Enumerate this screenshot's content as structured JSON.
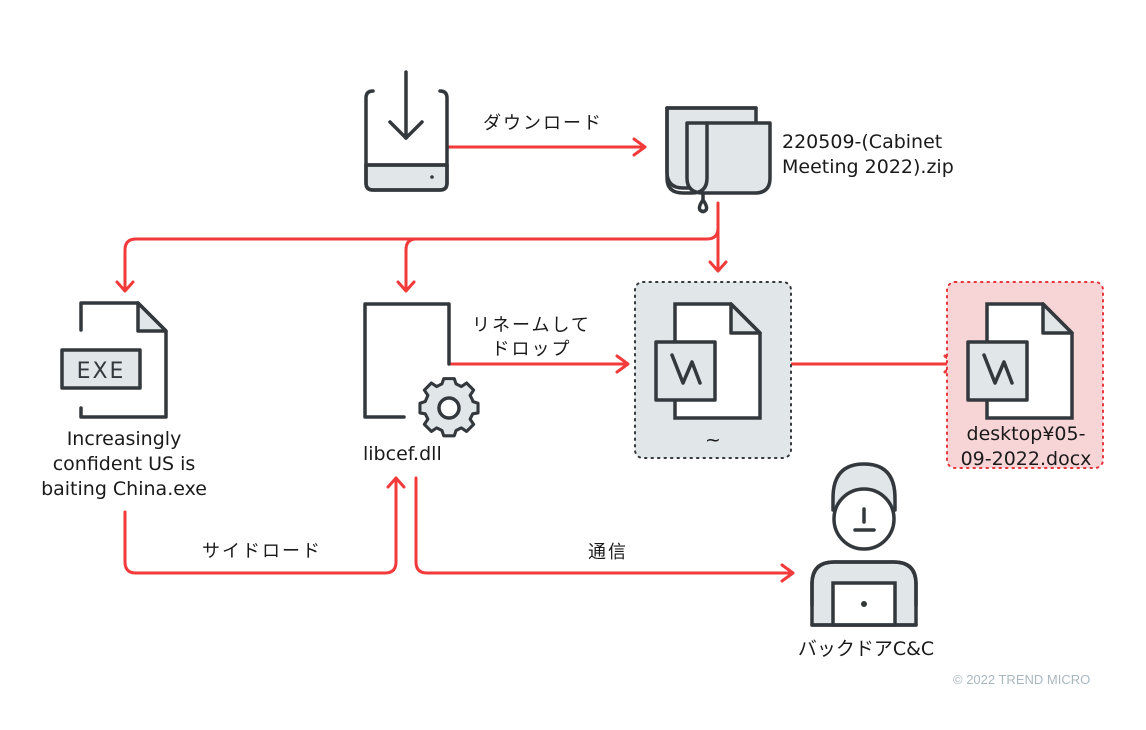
{
  "colors": {
    "arrow": "#f23a3a",
    "icon_stroke": "#33383d",
    "icon_fill": "#e1e6e9",
    "dropbox_bg": "#e1e6e9",
    "dropbox_border": "#33383d",
    "output_bg": "#f7d4d6",
    "output_border": "#e8333b",
    "copyright": "#a9b8bf"
  },
  "nodes": {
    "download": {
      "icon": "download-icon"
    },
    "zip": {
      "icon": "zip-archive-icon",
      "label_lines": [
        "220509-(Cabinet",
        "Meeting 2022).zip"
      ]
    },
    "exe": {
      "icon": "exe-file-icon",
      "badge": "EXE",
      "label_lines": [
        "Increasingly",
        "confident US is",
        "baiting China.exe"
      ]
    },
    "dll": {
      "icon": "dll-gear-icon",
      "label": "libcef.dll"
    },
    "temp_doc": {
      "icon": "word-document-icon",
      "label": "~"
    },
    "output_doc": {
      "icon": "word-document-icon",
      "label_lines": [
        "desktop¥05-",
        "09-2022.docx"
      ]
    },
    "cnc": {
      "icon": "hacker-icon",
      "label": "バックドアC&C"
    }
  },
  "edges": {
    "download": "ダウンロード",
    "rename_drop_lines": [
      "リネームして",
      "ドロップ"
    ],
    "sideload": "サイドロード",
    "communicate": "通信"
  },
  "footer": {
    "copyright": "© 2022 TREND MICRO"
  }
}
